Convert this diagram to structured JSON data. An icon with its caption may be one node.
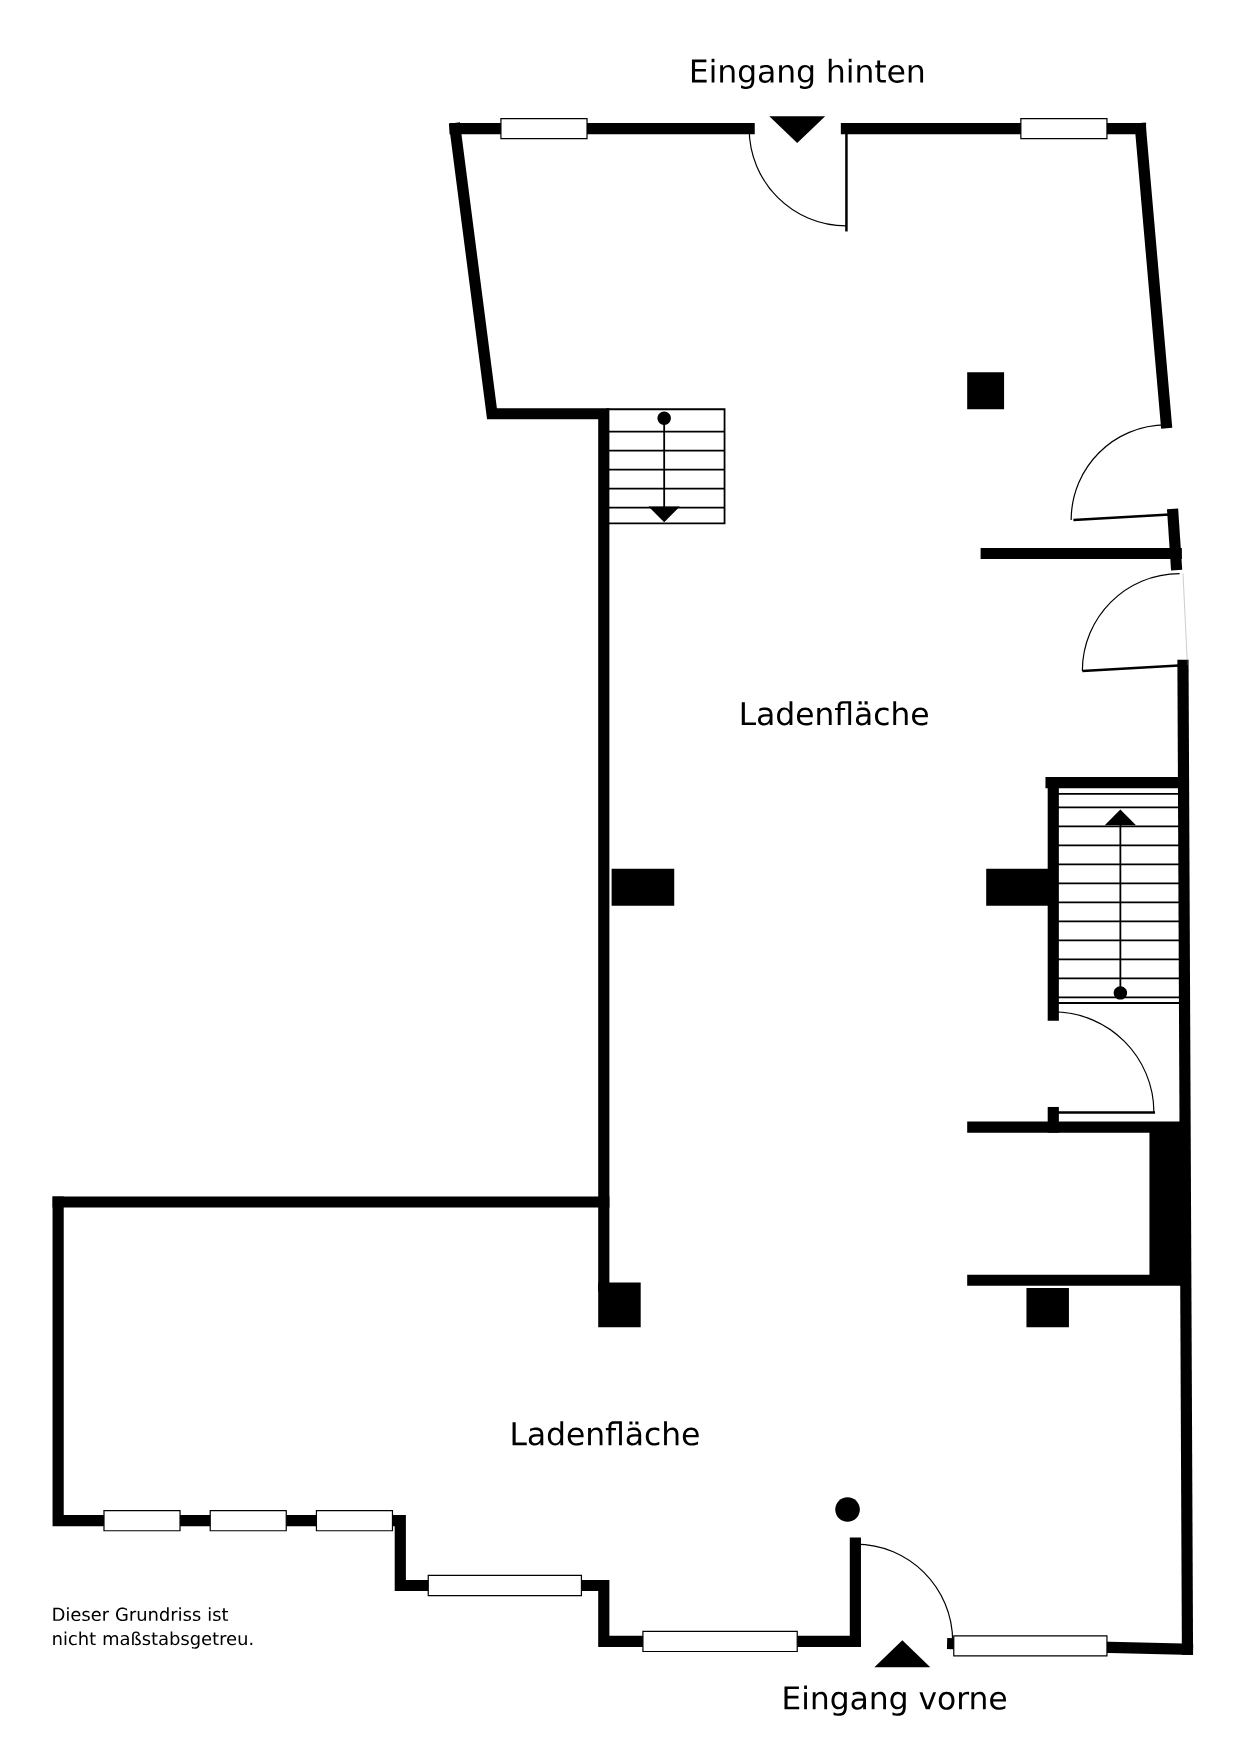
{
  "diagram": {
    "labels": [
      "Eingang hinten",
      "Ladenfläche",
      "Ladenfläche",
      "Eingang vorne",
      "Dieser Grundriss ist nicht maßstabsgetreu."
    ]
  }
}
